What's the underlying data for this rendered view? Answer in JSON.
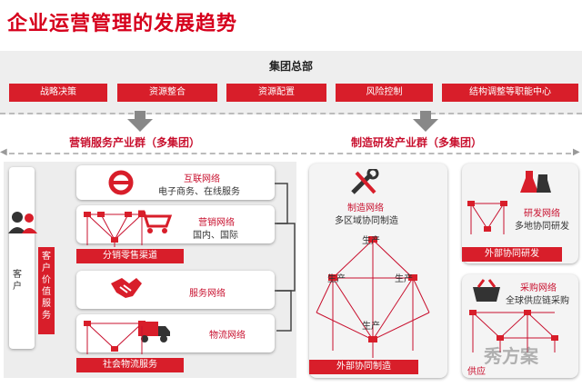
{
  "title": "企业运营管理的发展趋势",
  "headquarters": {
    "label": "集团总部",
    "functions": [
      "战略决策",
      "资源整合",
      "资源配置",
      "风险控制",
      "结构调整等职能中心"
    ]
  },
  "groups": {
    "marketing": "营销服务产业群（多集团）",
    "manufacturing": "制造研发产业群（多集团）"
  },
  "customer": {
    "label": "客户",
    "value_service": "客户价值服务"
  },
  "marketing_cards": {
    "internet": {
      "title": "互联网络",
      "sub": "电子商务、在线服务"
    },
    "sales": {
      "title": "营销网络",
      "sub": "国内、国际"
    },
    "distribution_label": "分销零售渠道",
    "service": {
      "title": "服务网络"
    },
    "logistics": {
      "title": "物流网络"
    },
    "social_label": "社会物流服务"
  },
  "manufacturing_card": {
    "title": "制造网络",
    "sub": "多区域协同制造",
    "node": "生产",
    "outsourcing_label": "外部协同制造"
  },
  "rnd_card": {
    "title": "研发网络",
    "sub": "多地协同研发",
    "external_label": "外部协同研发"
  },
  "procurement_card": {
    "title": "采购网络",
    "sub": "全球供应链采购",
    "supplier_label": "供应"
  },
  "watermark": "秀方案",
  "colors": {
    "brand_red": "#d81e2a",
    "panel_gray": "#ededed"
  }
}
